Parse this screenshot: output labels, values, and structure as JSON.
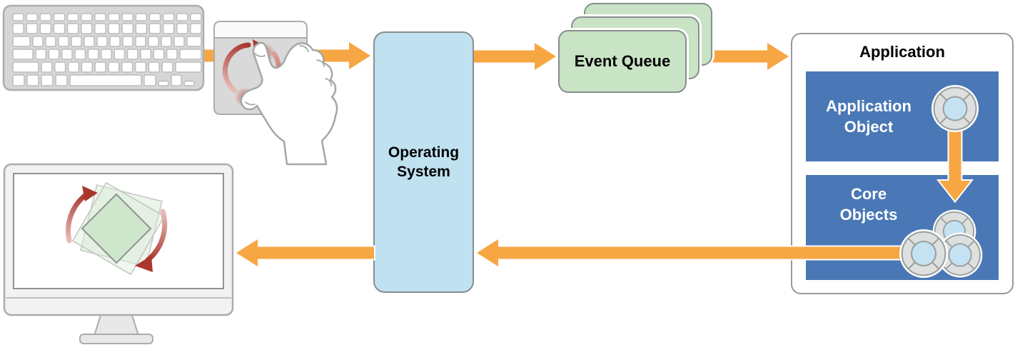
{
  "flow": {
    "os_box": {
      "label": "Operating System",
      "lines": [
        "Operating",
        "System"
      ]
    },
    "event_queue": {
      "label": "Event Queue"
    },
    "application": {
      "title": "Application",
      "application_object": {
        "label": "Application Object",
        "lines": [
          "Application",
          "Object"
        ]
      },
      "core_objects": {
        "label": "Core Objects",
        "lines": [
          "Core",
          "Objects"
        ]
      }
    }
  },
  "icons": {
    "keyboard": "keyboard-icon",
    "trackpad": "trackpad-icon",
    "rotate_gesture_trackpad": "rotate-gesture-arrows-icon",
    "hand": "two-finger-hand-icon",
    "display": "monitor-icon",
    "rotate_gesture_screen": "rotate-arrows-icon",
    "event_object": "life-preserver-icon",
    "flow_arrow": "orange-flow-arrow-icon"
  },
  "colors": {
    "flow_arrow_orange": "#F7A644",
    "os_box_fill": "#BFE1F0",
    "event_queue_fill": "#C9E3C5",
    "object_box_blue": "#4A78B6",
    "gesture_red": "#AA362E",
    "outline_gray": "#8A8D8E",
    "device_gray": "#D6D6D6",
    "label_black": "#000000",
    "label_white": "#FFFFFF"
  }
}
